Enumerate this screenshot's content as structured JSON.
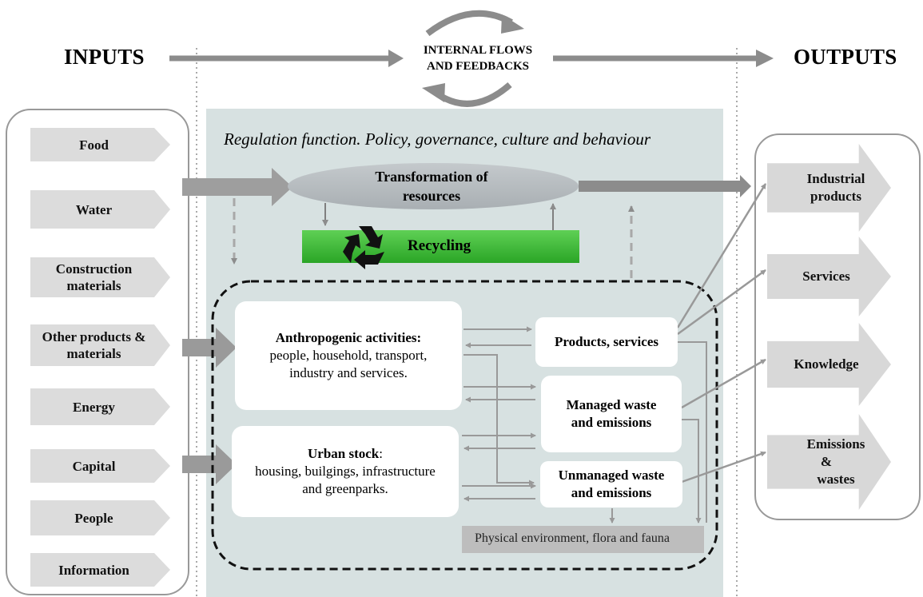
{
  "header": {
    "inputs": "INPUTS",
    "outputs": "OUTPUTS",
    "internal_line1": "INTERNAL FLOWS",
    "internal_line2": "AND FEEDBACKS"
  },
  "regulation": "Regulation function. Policy, governance, culture and behaviour",
  "transformation": {
    "line1": "Transformation  of",
    "line2": "resources"
  },
  "recycling": "Recycling",
  "inputs": [
    {
      "lines": [
        "Food"
      ]
    },
    {
      "lines": [
        "Water"
      ]
    },
    {
      "lines": [
        "Construction",
        "materials"
      ]
    },
    {
      "lines": [
        "Other products &",
        "materials"
      ]
    },
    {
      "lines": [
        "Energy"
      ]
    },
    {
      "lines": [
        "Capital"
      ]
    },
    {
      "lines": [
        "People"
      ]
    },
    {
      "lines": [
        "Information"
      ]
    }
  ],
  "outputs": [
    {
      "lines": [
        "Industrial",
        "products"
      ]
    },
    {
      "lines": [
        "Services"
      ]
    },
    {
      "lines": [
        "Knowledge"
      ]
    },
    {
      "lines": [
        "Emissions &",
        "wastes"
      ]
    }
  ],
  "anthropogenic": {
    "title": "Anthropogenic activities:",
    "line1": "people, household, transport,",
    "line2": "industry and services."
  },
  "urban_stock": {
    "title": "Urban stock",
    "title_suffix": ":",
    "line1": "housing, builgings, infrastructure",
    "line2": "and greenparks."
  },
  "products_services": "Products, services",
  "managed_waste": {
    "line1": "Managed waste",
    "line2": "and emissions"
  },
  "unmanaged_waste": {
    "line1": "Unmanaged waste",
    "line2": "and emissions"
  },
  "physical_env": "Physical environment, flora and fauna",
  "colors": {
    "region_bg": "#d7e1e1",
    "recycle_green": "#39b633",
    "chevron_gray": "#dcdcdc",
    "arrow_gray": "#8c8c8c"
  }
}
